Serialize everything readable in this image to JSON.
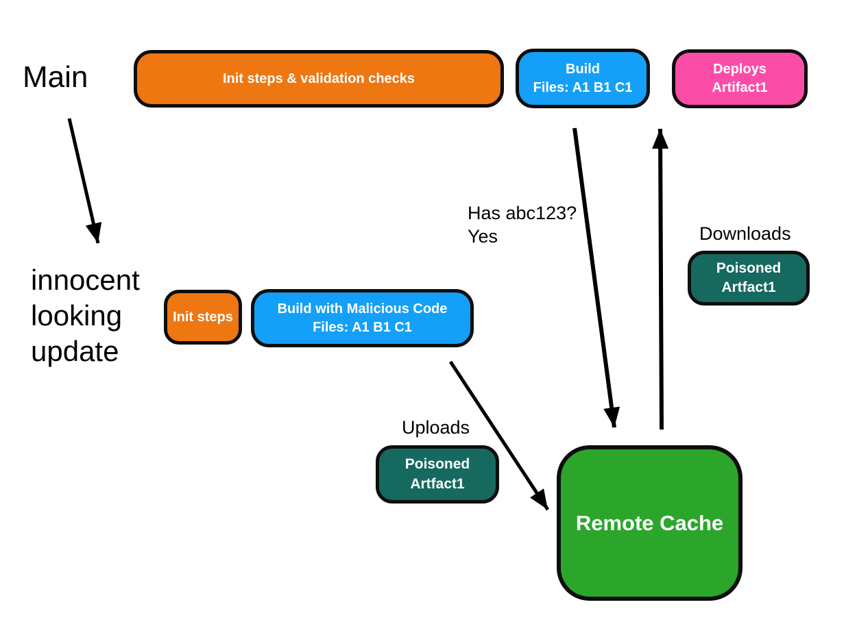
{
  "annotations": {
    "main_label": "Main",
    "innocent_update_label": "innocent looking update",
    "cache_check_label": "Has abc123?\nYes",
    "uploads_label": "Uploads",
    "downloads_label": "Downloads"
  },
  "nodes": {
    "init_validation": {
      "text": "Init steps & validation checks",
      "color": "#EE7712"
    },
    "build": {
      "line1": "Build",
      "line2": "Files: A1 B1 C1",
      "color": "#14A0F8"
    },
    "deploys": {
      "line1": "Deploys",
      "line2": "Artifact1",
      "color": "#FB4DA8"
    },
    "init_steps": {
      "text": "Init steps",
      "color": "#EE7712"
    },
    "malicious_build": {
      "line1": "Build with Malicious Code",
      "line2": "Files: A1 B1 C1",
      "color": "#14A0F8"
    },
    "uploaded_artifact": {
      "line1": "Poisoned",
      "line2": "Artfact1",
      "color": "#16695F"
    },
    "downloaded_artifact": {
      "line1": "Poisoned",
      "line2": "Artfact1",
      "color": "#16695F"
    },
    "remote_cache": {
      "text": "Remote Cache",
      "color": "#2BA62B"
    }
  },
  "colors": {
    "background": "#FFFFFF",
    "node_border": "#0E0E0E",
    "node_text": "#FFFFFF",
    "annotation_text": "#000000",
    "arrow": "#000000"
  }
}
